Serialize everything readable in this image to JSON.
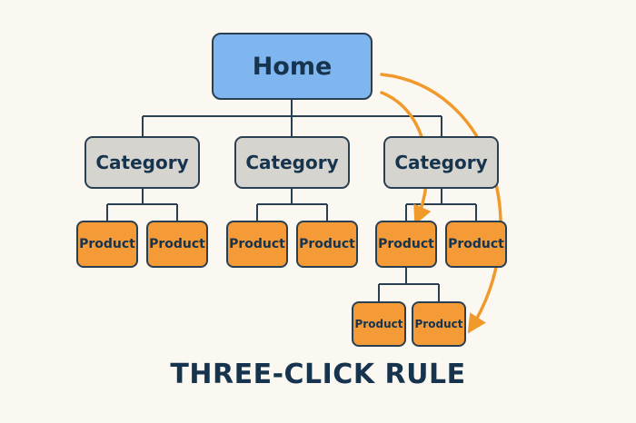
{
  "home": {
    "label": "Home"
  },
  "categories": [
    {
      "label": "Category"
    },
    {
      "label": "Category"
    },
    {
      "label": "Category"
    }
  ],
  "products": [
    {
      "label": "Product"
    },
    {
      "label": "Product"
    },
    {
      "label": "Product"
    },
    {
      "label": "Product"
    },
    {
      "label": "Product"
    },
    {
      "label": "Product"
    },
    {
      "label": "Product"
    },
    {
      "label": "Product"
    }
  ],
  "title": "THREE-CLICK RULE",
  "colors": {
    "home_fill": "#7fb6ef",
    "category_fill": "#d6d4ce",
    "product_fill": "#f49a37",
    "arrow": "#f09a2c",
    "connector": "#2b3f52",
    "text": "#16344e",
    "background": "#fbf8f1"
  }
}
